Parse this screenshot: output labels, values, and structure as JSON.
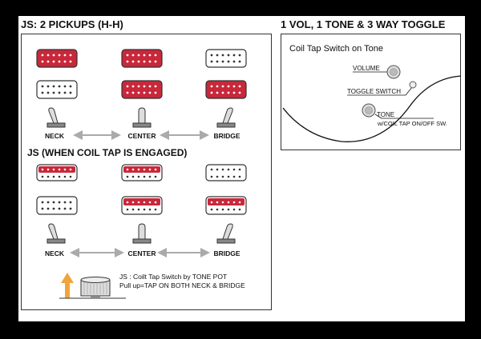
{
  "left": {
    "heading": "JS: 2 PICKUPS (H-H)",
    "section2_heading": "JS (WHEN COIL TAP IS ENGAGED)",
    "positions": [
      "NECK",
      "CENTER",
      "BRIDGE"
    ],
    "footnote_line1": "JS : Coilt Tap Switch by TONE POT",
    "footnote_line2": "Pull up=TAP ON BOTH NECK & BRIDGE"
  },
  "right": {
    "heading": "1 VOL, 1 TONE & 3 WAY TOGGLE",
    "subheading": "Coil Tap Switch on Tone",
    "label_volume": "VOLUME",
    "label_toggle": "TOGGLE SWITCH",
    "label_tone": "TONE",
    "label_tone_sub": "w/COIL TAP ON/OFF SW."
  },
  "colors": {
    "active": "#c8283a",
    "page": "#ffffff",
    "frame": "#000000"
  }
}
